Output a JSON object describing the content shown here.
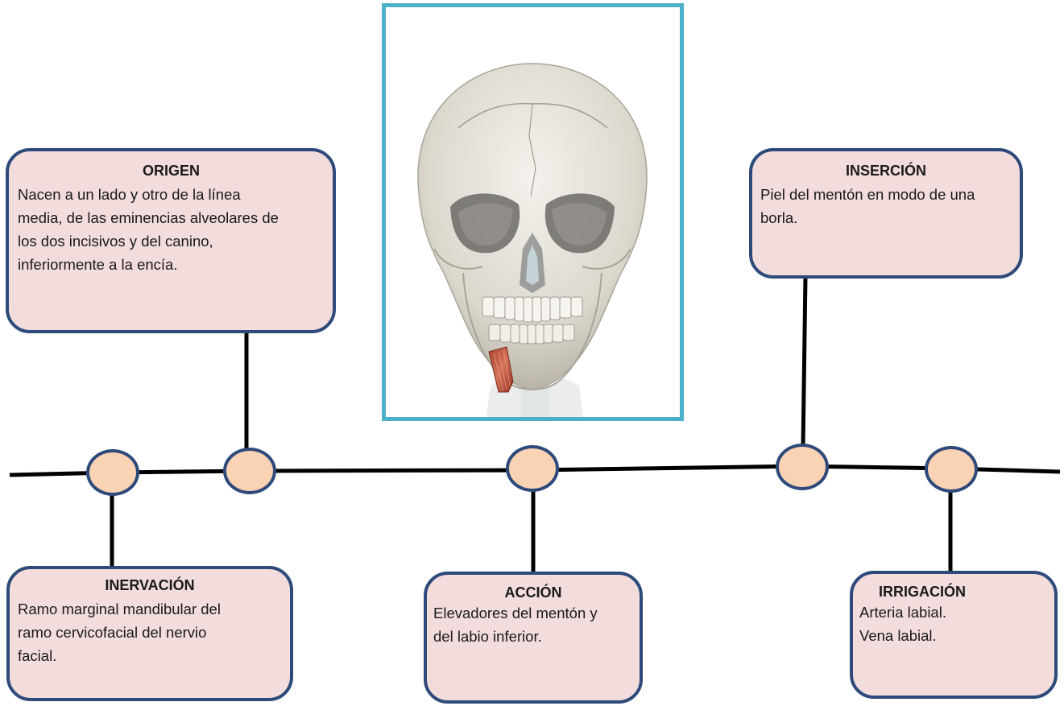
{
  "colors": {
    "box_fill": "#f2dcdc",
    "box_border": "#2e4a7a",
    "node_fill": "#fad2b4",
    "frame_border": "#4bb0c9",
    "line": "#000000",
    "muscle": "#b84a35"
  },
  "image": {
    "subject": "skull-with-mentalis-muscle"
  },
  "origen": {
    "title": "ORIGEN",
    "lines": [
      "Nacen a un lado y otro de la línea",
      "media, de las eminencias alveolares de",
      "los dos incisivos y del canino,",
      "inferiormente a la encía."
    ]
  },
  "insercion": {
    "title": "INSERCIÓN",
    "lines": [
      "Piel del mentón en modo de una",
      "borla."
    ]
  },
  "inervacion": {
    "title": "INERVACIÓN",
    "lines": [
      "Ramo marginal mandibular del",
      "ramo cervicofacial del nervio",
      "facial."
    ]
  },
  "accion": {
    "title": "ACCIÓN",
    "lines": [
      "Elevadores del mentón y",
      "del labio inferior."
    ]
  },
  "irrigacion": {
    "title": "IRRIGACIÓN",
    "lines": [
      "Arteria labial.",
      "Vena labial."
    ]
  }
}
